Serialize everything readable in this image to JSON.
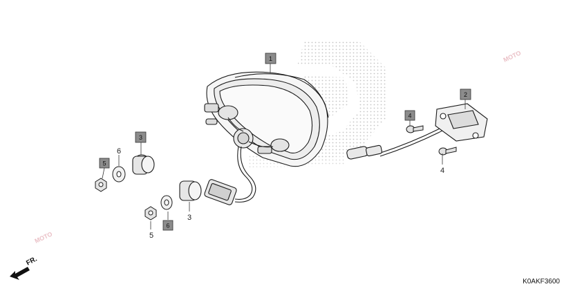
{
  "diagram_code": "K0AKF3600",
  "direction_label": "FR.",
  "watermark": "MOTO",
  "colors": {
    "line": "#1a1a1a",
    "fill_light": "#f4f4f4",
    "fill_mid": "#dcdcdc",
    "box_fill": "#8c8c8c",
    "logo_dots": "#c8c8c8",
    "watermark": "#d98b97"
  },
  "callouts": {
    "c1": "1",
    "c2": "2",
    "c3a": "3",
    "c3b": "3",
    "c4a": "4",
    "c4b": "4",
    "c5a": "5",
    "c5b": "5",
    "c6a": "6",
    "c6b": "6"
  }
}
